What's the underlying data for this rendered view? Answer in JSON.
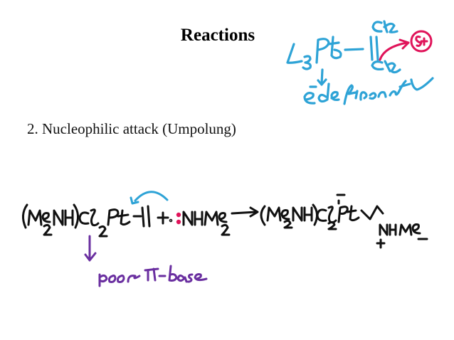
{
  "slide": {
    "title": "Reactions",
    "bullet": "2. Nucleophilic attack (Umpolung)"
  },
  "annotation_top_right": {
    "complex": "L3Pt",
    "ligand_top": "CH2",
    "ligand_bottom": "CH2",
    "partial_charge": "δ+",
    "note": "e⁻ deficient",
    "colors": {
      "ink": "#2ea3d6",
      "highlight": "#e0145a"
    }
  },
  "reaction": {
    "reactant": "(Me2NH)Cl2Pt—||",
    "plus": "+",
    "nucleophile": ":NHMe2",
    "arrow": "→",
    "product": "(Me2NH)Cl2Pt⁻ ∕∖ N⁺HMe2",
    "product_charge_pt": "−",
    "product_charge_n": "+",
    "note": "poor π-base",
    "colors": {
      "ink": "#111111",
      "curly_arrow": "#2ea3d6",
      "lone_pair": "#e0145a",
      "note": "#6a2fa0"
    }
  }
}
